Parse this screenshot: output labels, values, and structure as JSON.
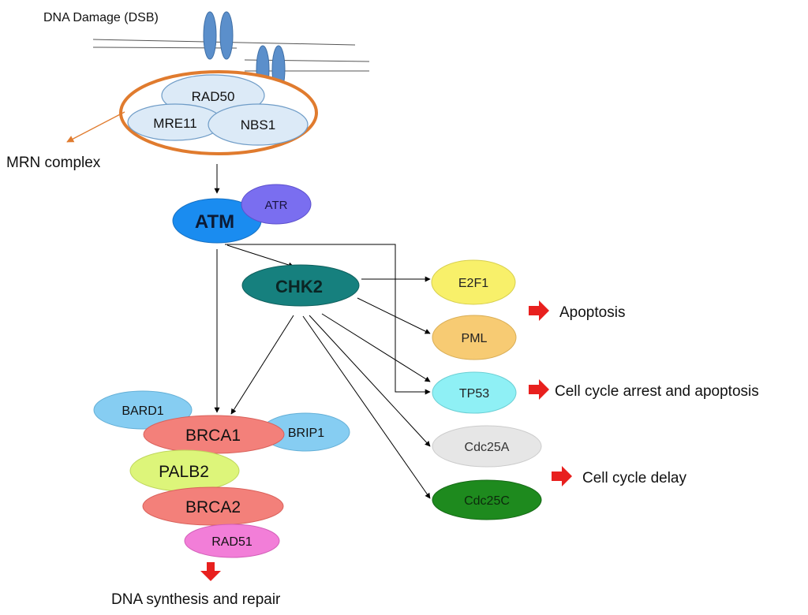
{
  "header": {
    "dna_damage_label": "DNA Damage (DSB)"
  },
  "mrn": {
    "complex_label": "MRN complex",
    "rad50": "RAD50",
    "mre11": "MRE11",
    "nbs1": "NBS1"
  },
  "kinases": {
    "atm": "ATM",
    "atr": "ATR",
    "chk2": "CHK2"
  },
  "targets": {
    "e2f1": "E2F1",
    "pml": "PML",
    "tp53": "TP53",
    "cdc25a": "Cdc25A",
    "cdc25c": "Cdc25C"
  },
  "outcomes": {
    "apoptosis": "Apoptosis",
    "arrest_apoptosis": "Cell cycle arrest and apoptosis",
    "delay": "Cell cycle delay",
    "repair": "DNA synthesis and repair"
  },
  "repair_complex": {
    "bard1": "BARD1",
    "brca1": "BRCA1",
    "brip1": "BRIP1",
    "palb2": "PALB2",
    "brca2": "BRCA2",
    "rad51": "RAD51"
  },
  "colors": {
    "mrn_ring": "#E07B2E",
    "mrn_fill": "#DCEAF7",
    "mrn_stroke": "#6F9CC7",
    "dna_protein": "#5B8FCB",
    "atm": "#1A8CF0",
    "atr": "#7A6EF0",
    "chk2": "#16807E",
    "e2f1": "#F8F06A",
    "pml": "#F7CB73",
    "tp53": "#8FF0F5",
    "cdc25a": "#E6E6E6",
    "cdc25c": "#1E8A1E",
    "bard1": "#86CDF2",
    "brca1": "#F3807A",
    "brip1": "#86CDF2",
    "palb2": "#DDF57A",
    "brca2": "#F3807A",
    "rad51": "#F27ED8",
    "outcome_arrow": "#E8201E"
  }
}
